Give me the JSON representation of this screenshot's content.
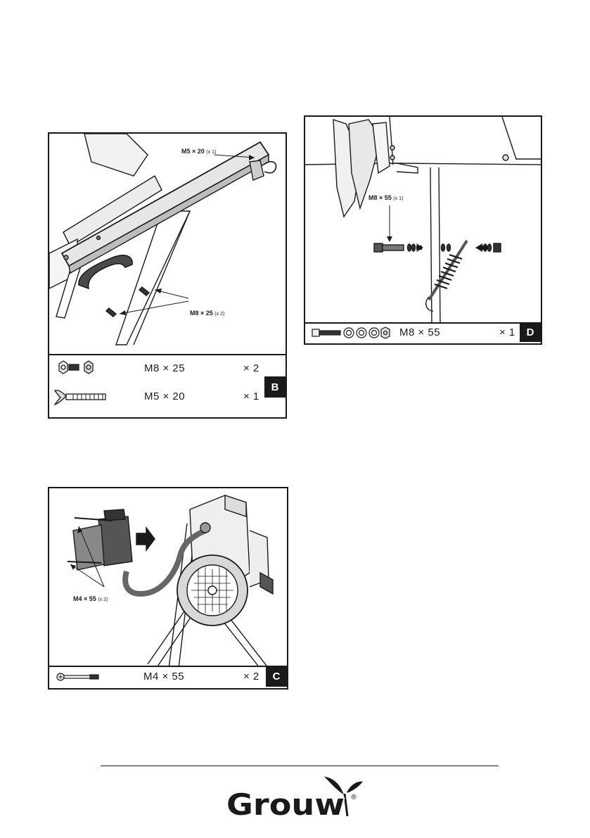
{
  "panel_b": {
    "badge": "B",
    "callout_top": {
      "size": "M5 × 20",
      "count": "(x 1)"
    },
    "callout_bottom": {
      "size": "M8 × 25",
      "count": "(x 2)"
    },
    "parts": [
      {
        "spec": "M8 × 25",
        "qty": "× 2"
      },
      {
        "spec": "M5 × 20",
        "qty": "× 1"
      }
    ]
  },
  "panel_c": {
    "badge": "C",
    "callout": {
      "size": "M4 × 55",
      "count": "(x 2)"
    },
    "parts": [
      {
        "spec": "M4 × 55",
        "qty": "× 2"
      }
    ]
  },
  "panel_d": {
    "badge": "D",
    "callout": {
      "size": "M8 × 55",
      "count": "(x 1)"
    },
    "parts": [
      {
        "spec": "M8 × 55",
        "qty": "× 1"
      }
    ]
  },
  "footer": {
    "logo_text": "Grouw",
    "registered": "®"
  }
}
